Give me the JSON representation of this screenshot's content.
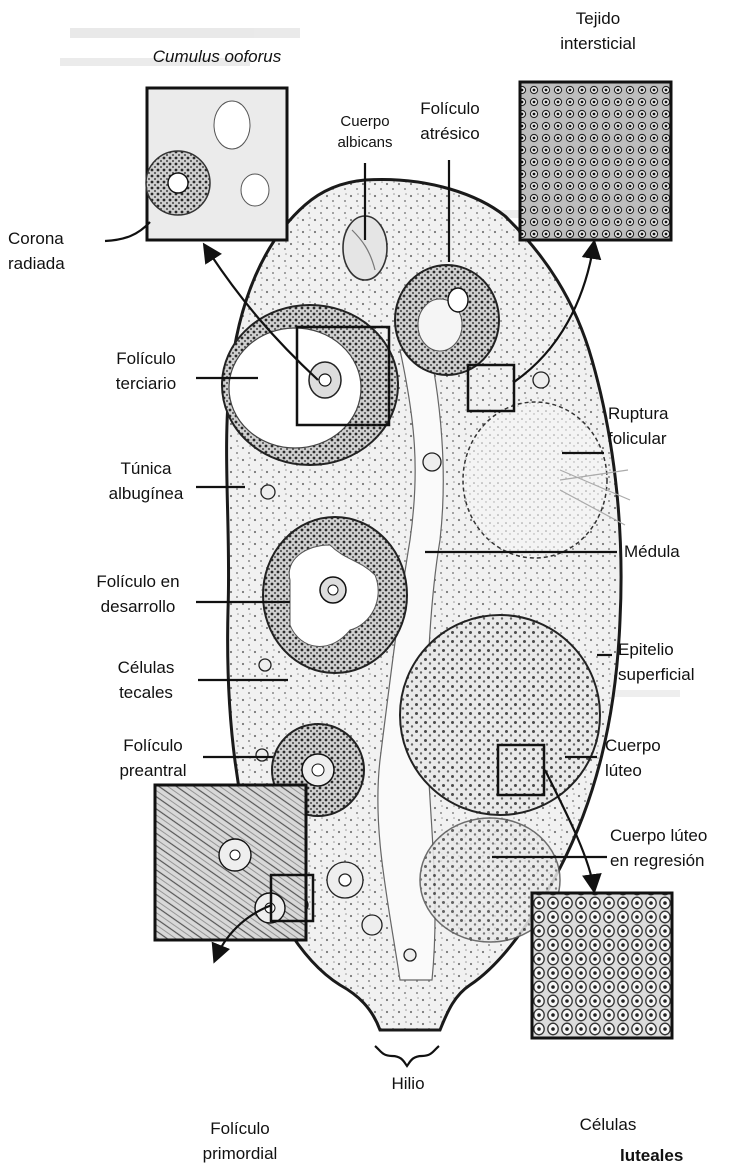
{
  "labels": {
    "cumulus": "Cumulus ooforus",
    "tejido_1": "Tejido",
    "tejido_2": "intersticial",
    "cuerpo_albicans_1": "Cuerpo",
    "cuerpo_albicans_2": "albicans",
    "foliculo_atresico_1": "Folículo",
    "foliculo_atresico_2": "atrésico",
    "corona_1": "Corona",
    "corona_2": "radiada",
    "terciario_1": "Folículo",
    "terciario_2": "terciario",
    "ruptura_1": "Ruptura",
    "ruptura_2": "folicular",
    "tunica_1": "Túnica",
    "tunica_2": "albugínea",
    "medula": "Médula",
    "desarrollo_1": "Folículo en",
    "desarrollo_2": "desarrollo",
    "epitelio_1": "Epitelio",
    "epitelio_2": "superficial",
    "tecales_1": "Células",
    "tecales_2": "tecales",
    "preantral_1": "Folículo",
    "preantral_2": "preantral",
    "luteo_1": "Cuerpo",
    "luteo_2": "lúteo",
    "regresion_1": "Cuerpo lúteo",
    "regresion_2": "en regresión",
    "hilio": "Hilio",
    "primordial_1": "Folículo",
    "primordial_2": "primordial",
    "luteales_1": "Células",
    "luteales_2": "luteales"
  }
}
